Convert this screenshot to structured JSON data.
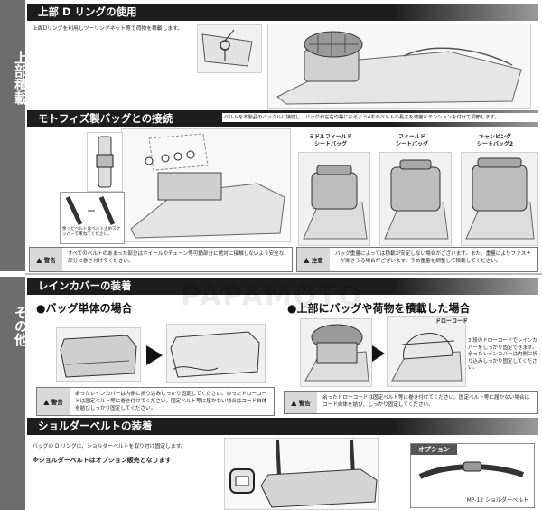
{
  "side": {
    "top_label": "上部積載",
    "bottom_label": "その他"
  },
  "section1": {
    "title": "上部 D リングの使用",
    "desc": "上面Dリングを利用しツーリングネット等で荷物を積載します。"
  },
  "section2": {
    "title": "モトフィズ製バッグとの接続",
    "desc": "ベルトを本製品のバックルに接続し、バッグが左右均等になるよう4本のベルトの長さを適度なテンションを付けて調節します。",
    "inset_note": "余ったベルトはベルト止めスナッパーで束ねてください。",
    "bags": [
      {
        "label": "ミドルフィールド\nシートバッグ"
      },
      {
        "label": "フィールド\nシートバッグ"
      },
      {
        "label": "キャンピング\nシートバッグ2"
      }
    ],
    "warning_label": "警告",
    "warning_text": "すべてのベルトのあまった部分はホイールやチェーン等可動部分に絶対に接触しないよう安全な部分に巻き付けてください。",
    "caution_label": "注意",
    "caution_text": "バッグ重量によっては積載が安定しない場合がございます。また、重量によりファスナーが開きうる場合がございます。予め重量を調整して積載してください。"
  },
  "section3": {
    "title": "レインカバーの装着",
    "left_subtitle": "●バッグ単体の場合",
    "right_subtitle": "●上部にバッグや荷物を積載した場合",
    "drawcord_label": "ドローコード",
    "right_note": "3 段のドローコードでレインカバーをしっかり固定できます。余ったレインカバーは内側に折り込みしっかり固定してください。",
    "warning_label_left": "警告",
    "warning_text_left": "余ったレインカバーは内側に折り込みしっかり固定してください。余ったドローコードは固定ベルト等に巻き付けてください。固定ベルト等に届かない場合はコード自体を結びしっかり固定してください。",
    "warning_label_right": "警告",
    "warning_text_right": "余ったドローコードは固定ベルト等に巻き付けてください。固定ベルト等に届かない場合はコード自体を結び、しっかり固定してください。"
  },
  "section4": {
    "title": "ショルダーベルトの装着",
    "desc": "バッグの D リングに、ショルダーベルトを取り付け固定します。",
    "note": "※ショルダーベルトはオプション販売となります",
    "option_label": "オプション",
    "option_item": "MP-12 ショルダーベルト"
  },
  "watermark": "PAPAMOTO"
}
